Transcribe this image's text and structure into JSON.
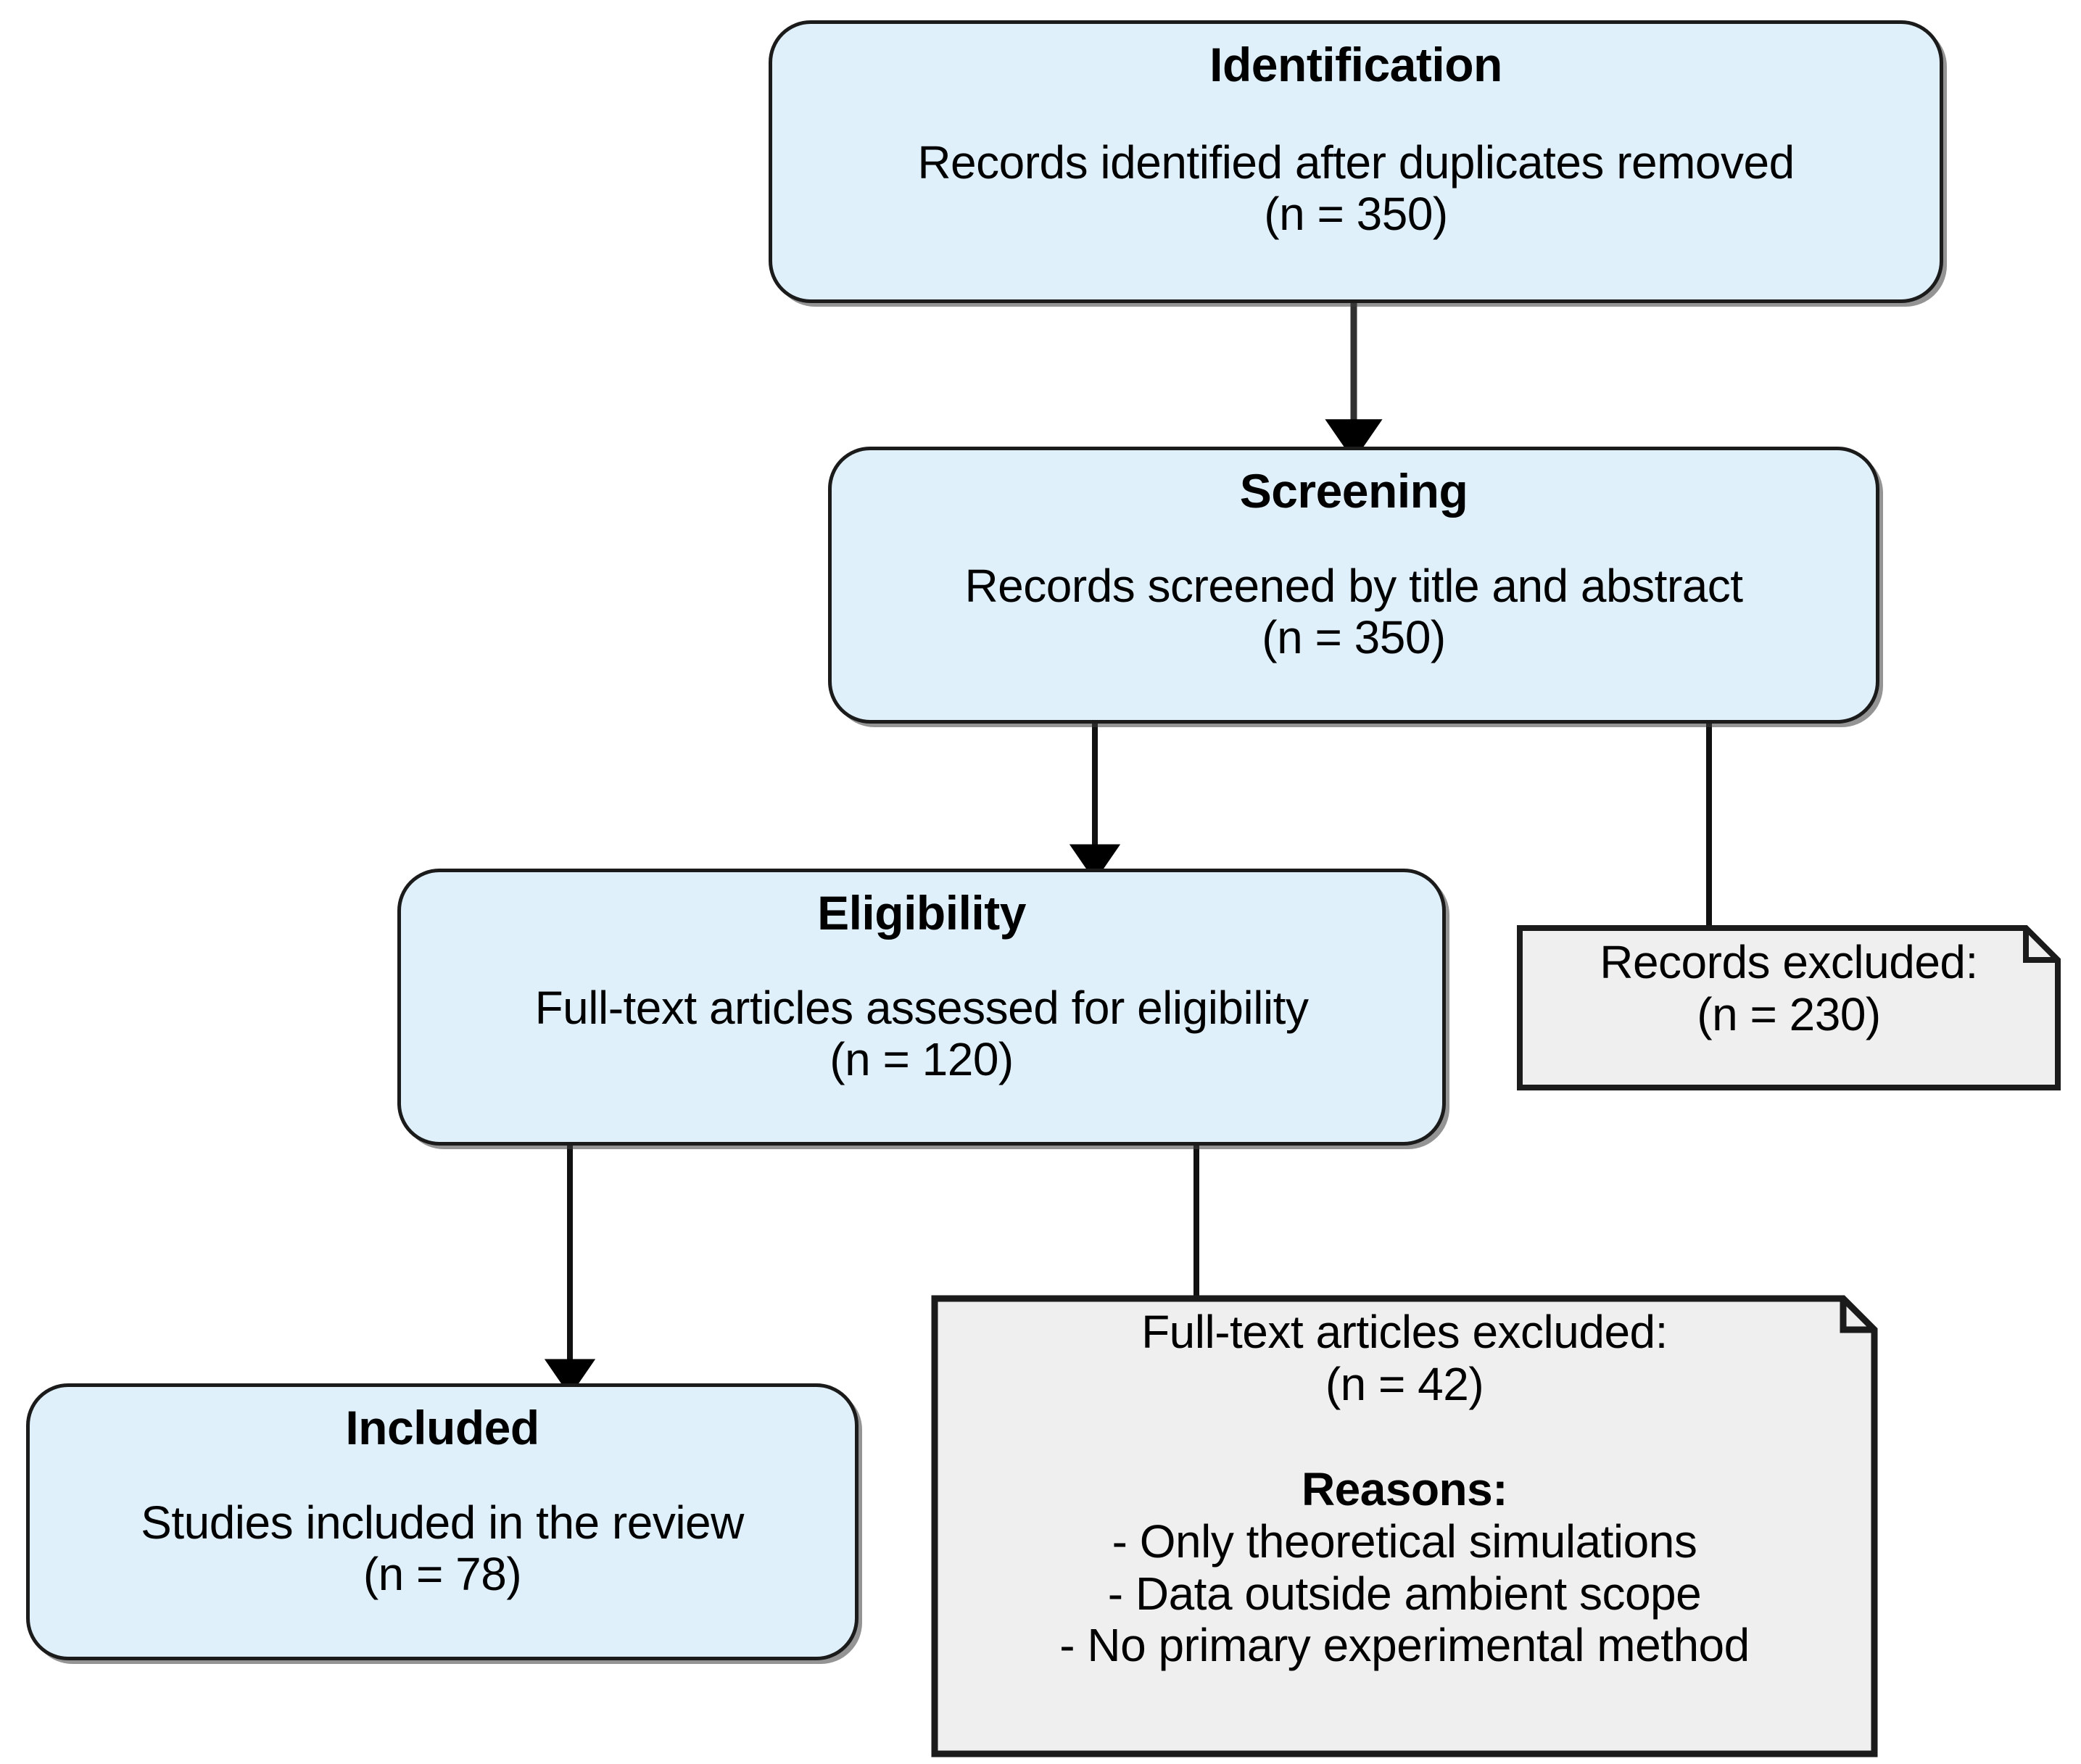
{
  "diagram": {
    "type": "prisma-flow-diagram",
    "colors": {
      "stage_fill": "#dff0fa",
      "note_fill": "#efefef",
      "stroke": "#1b1b1b",
      "background": "#ffffff"
    },
    "stages": [
      {
        "id": "identification",
        "title": "Identification",
        "body_line1": "Records identified after duplicates removed",
        "body_line2": "(n = 350)",
        "n": 350
      },
      {
        "id": "screening",
        "title": "Screening",
        "body_line1": "Records screened by title and abstract",
        "body_line2": "(n = 350)",
        "n": 350
      },
      {
        "id": "eligibility",
        "title": "Eligibility",
        "body_line1": "Full-text articles assessed for eligibility",
        "body_line2": "(n = 120)",
        "n": 120
      },
      {
        "id": "included",
        "title": "Included",
        "body_line1": "Studies included in the review",
        "body_line2": "(n = 78)",
        "n": 78
      }
    ],
    "notes": [
      {
        "id": "records-excluded",
        "line1": "Records excluded:",
        "line2": "(n = 230)",
        "n": 230
      },
      {
        "id": "fulltext-excluded",
        "line1": "Full-text articles excluded:",
        "line2": "(n = 42)",
        "n": 42,
        "reasons_heading": "Reasons:",
        "reasons": [
          "- Only theoretical simulations",
          "- Data outside ambient scope",
          "- No primary experimental method"
        ]
      }
    ],
    "edges": [
      {
        "id": "identification-to-screening",
        "from": "identification",
        "to": "screening",
        "arrow": true
      },
      {
        "id": "screening-to-eligibility",
        "from": "screening",
        "to": "eligibility",
        "arrow": true
      },
      {
        "id": "screening-to-records-excluded",
        "from": "screening",
        "to": "records-excluded",
        "arrow": false
      },
      {
        "id": "eligibility-to-included",
        "from": "eligibility",
        "to": "included",
        "arrow": true
      },
      {
        "id": "eligibility-to-fulltext-excluded",
        "from": "eligibility",
        "to": "fulltext-excluded",
        "arrow": false
      }
    ]
  }
}
